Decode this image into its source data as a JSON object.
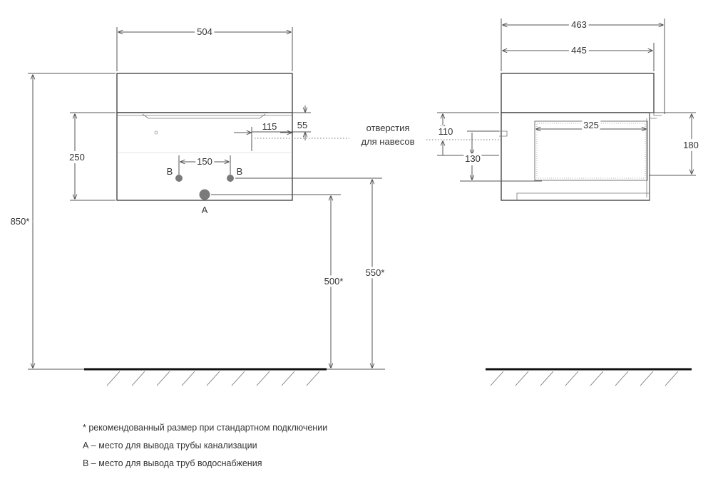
{
  "front_view": {
    "width": "504",
    "height_total": "850*",
    "drawer_height": "250",
    "hole_offset_x": "115",
    "hole_offset_y": "55",
    "pipe_spacing": "150",
    "label_b_left": "B",
    "label_b_right": "B",
    "label_a": "A",
    "height_500": "500*",
    "height_550": "550*"
  },
  "holes_label": {
    "line1": "отверстия",
    "line2": "для навесов"
  },
  "side_view": {
    "depth_total": "463",
    "depth_body": "445",
    "dim_110": "110",
    "dim_130": "130",
    "dim_325": "325",
    "dim_180": "180"
  },
  "notes": [
    "* рекомендованный размер при стандартном подключении",
    "А – место для вывода трубы канализации",
    "В – место для вывода труб водоснабжения"
  ]
}
